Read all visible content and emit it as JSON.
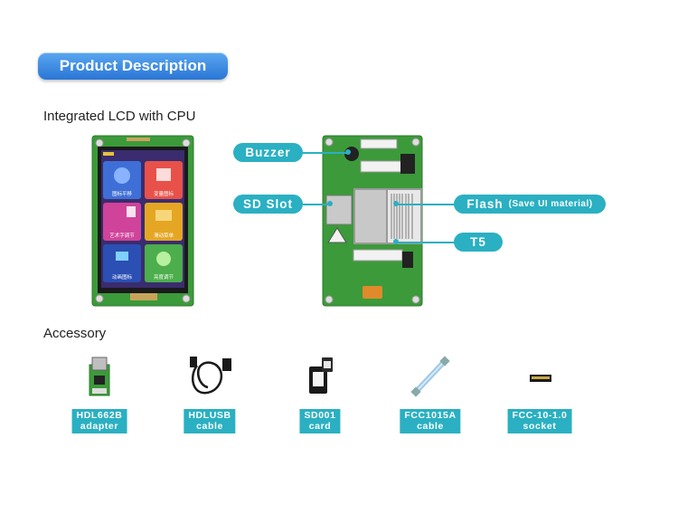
{
  "header": {
    "title": "Product Description"
  },
  "section_lcd": {
    "heading": "Integrated LCD with CPU"
  },
  "screen": {
    "tiles": [
      "图标平移",
      "变量图标",
      "艺术字调节",
      "滑动菜单",
      "动画图标",
      "亮度调节"
    ]
  },
  "callouts": {
    "buzzer": "Buzzer",
    "sd_slot": "SD Slot",
    "flash": "Flash",
    "flash_note": "(Save UI material)",
    "t5": "T5"
  },
  "section_accessory": {
    "heading": "Accessory"
  },
  "accessories": [
    {
      "line1": "HDL662B",
      "line2": "adapter"
    },
    {
      "line1": "HDLUSB",
      "line2": "cable"
    },
    {
      "line1": "SD001",
      "line2": "card"
    },
    {
      "line1": "FCC1015A",
      "line2": "cable"
    },
    {
      "line1": "FCC-10-1.0",
      "line2": "socket"
    }
  ],
  "colors": {
    "accent": "#2ab0c2",
    "title_pill": "#3b8fe3",
    "pcb_green": "#3c9a3a"
  }
}
